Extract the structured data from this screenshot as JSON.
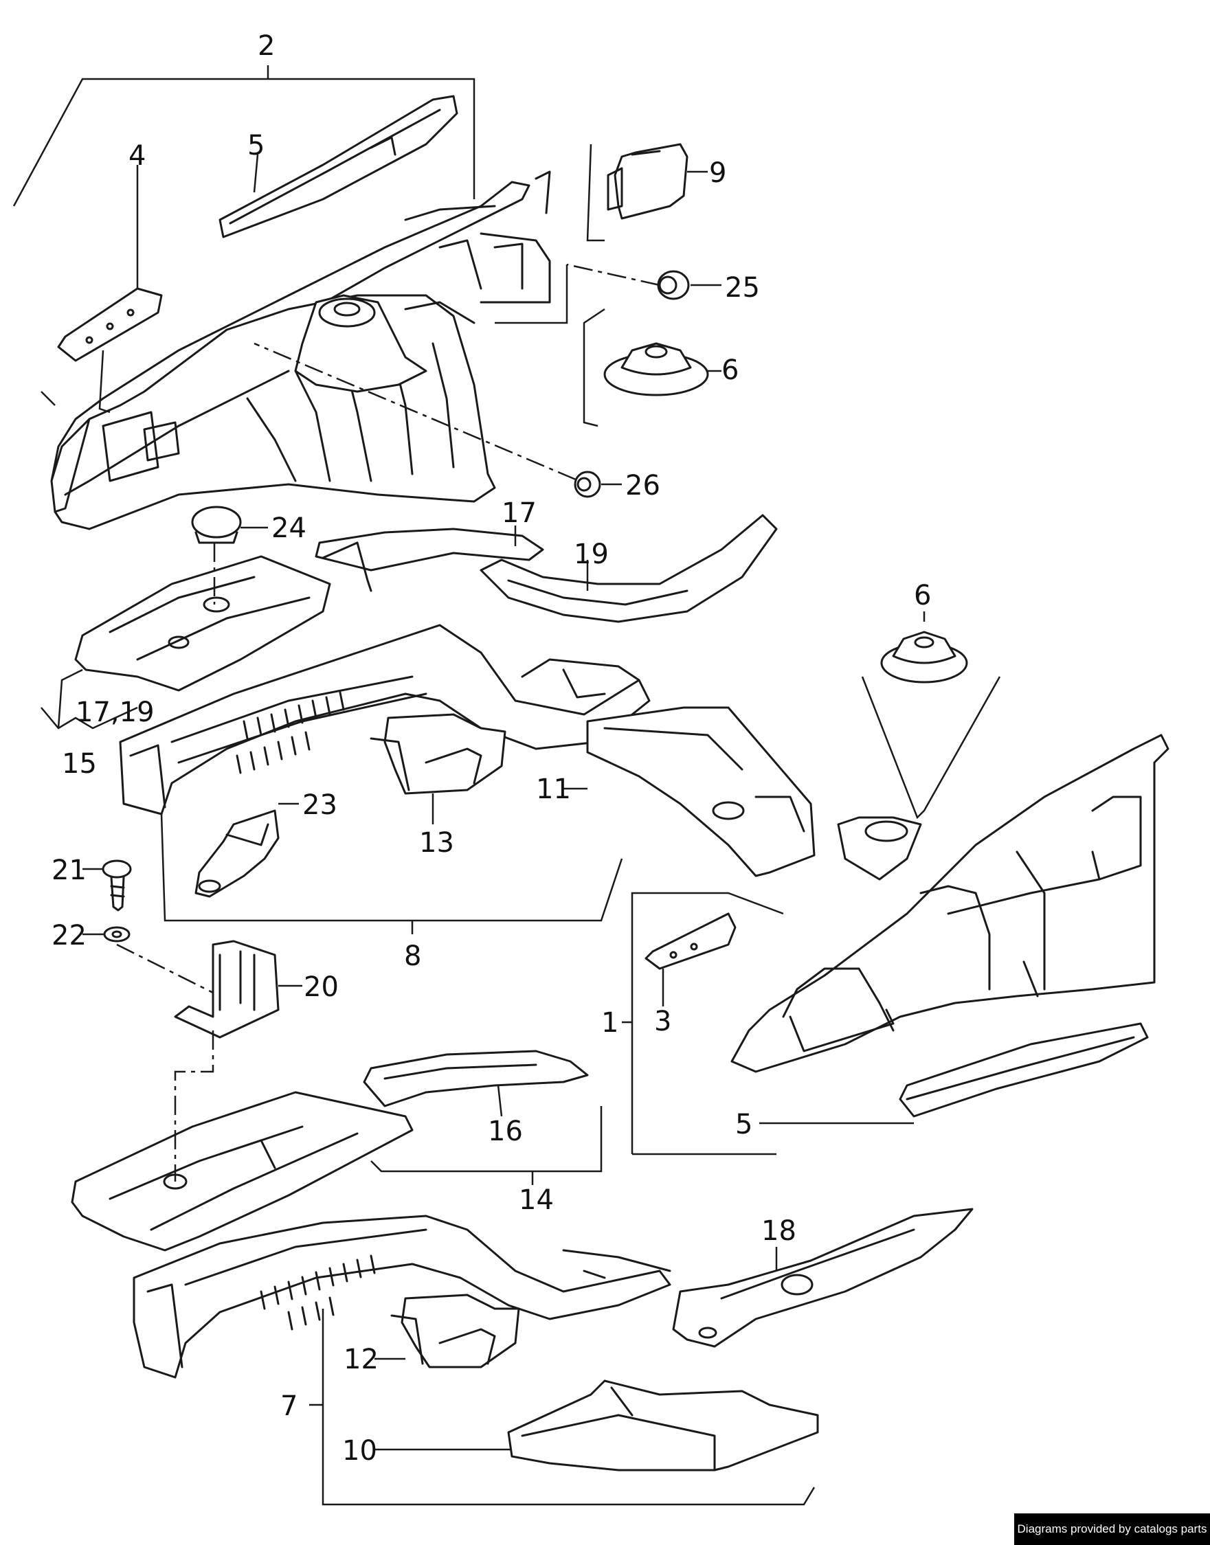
{
  "labels": {
    "l1": "1",
    "l2": "2",
    "l3": "3",
    "l4": "4",
    "l5a": "5",
    "l5b": "5",
    "l6a": "6",
    "l6b": "6",
    "l7": "7",
    "l8": "8",
    "l9": "9",
    "l10": "10",
    "l11": "11",
    "l12": "12",
    "l13": "13",
    "l14": "14",
    "l15": "15",
    "l16": "16",
    "l17": "17",
    "l1719": "17,19",
    "l18": "18",
    "l19": "19",
    "l20": "20",
    "l21": "21",
    "l22": "22",
    "l23": "23",
    "l24": "24",
    "l25": "25",
    "l26": "26"
  },
  "footer": {
    "credit": "Diagrams provided by catalogs parts"
  }
}
